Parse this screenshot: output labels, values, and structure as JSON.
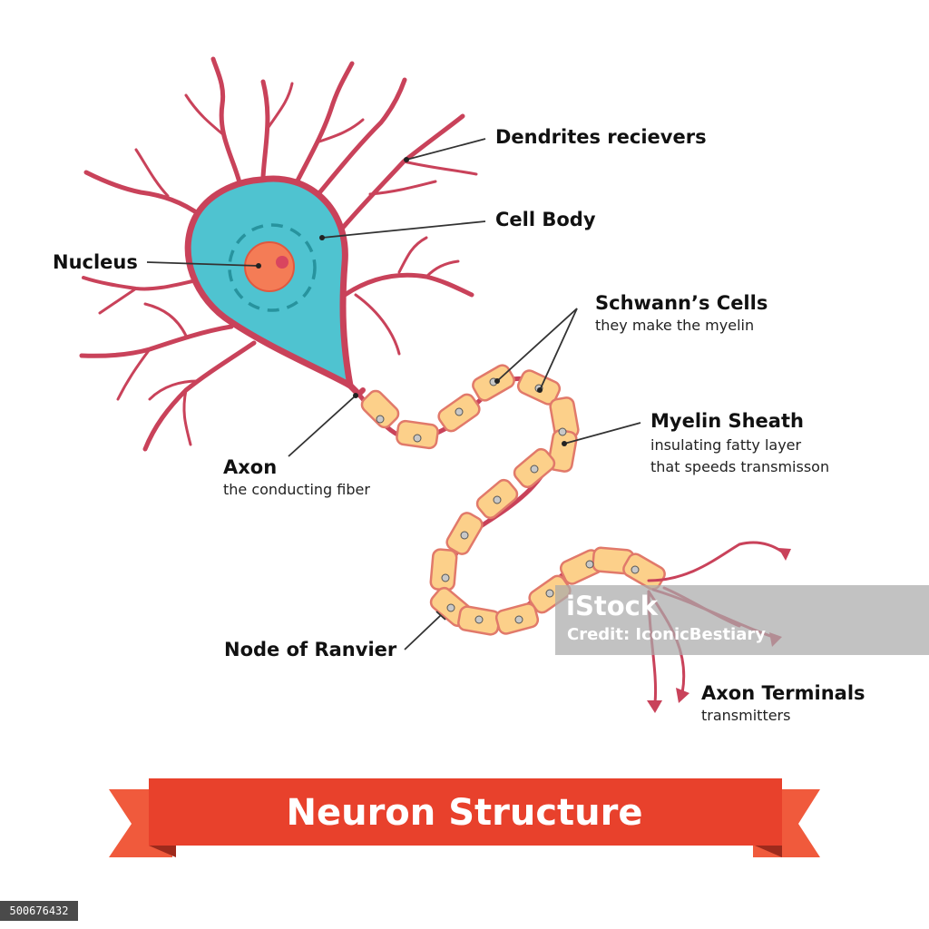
{
  "diagram": {
    "colors": {
      "membrane": "#c9425a",
      "cell_body": "#4fc3d0",
      "nucleus": "#f47c56",
      "nucleolus": "#d9455f",
      "myelin_fill": "#fcd08a",
      "myelin_edge": "#e1796a",
      "banner": "#e8412c",
      "banner_fold": "#f05a3c",
      "label_text": "#111111",
      "leader_line": "#333333"
    },
    "labels": {
      "dendrites": {
        "title": "Dendrites recievers"
      },
      "cell_body": {
        "title": "Cell Body"
      },
      "nucleus": {
        "title": "Nucleus"
      },
      "schwann": {
        "title": "Schwann’s Cells",
        "subtitle": "they make the myelin"
      },
      "myelin": {
        "title": "Myelin Sheath",
        "subtitle_1": "insulating fatty layer",
        "subtitle_2": "that speeds transmisson"
      },
      "axon": {
        "title": "Axon",
        "subtitle": "the conducting fiber"
      },
      "ranvier": {
        "title": "Node of Ranvier"
      },
      "terminals": {
        "title": "Axon Terminals",
        "subtitle": "transmitters"
      }
    },
    "banner": {
      "text": "Neuron Structure"
    },
    "watermark": {
      "line1": "iStock",
      "line2": "Credit: IconicBestiary"
    },
    "stock_id": "500676432"
  }
}
